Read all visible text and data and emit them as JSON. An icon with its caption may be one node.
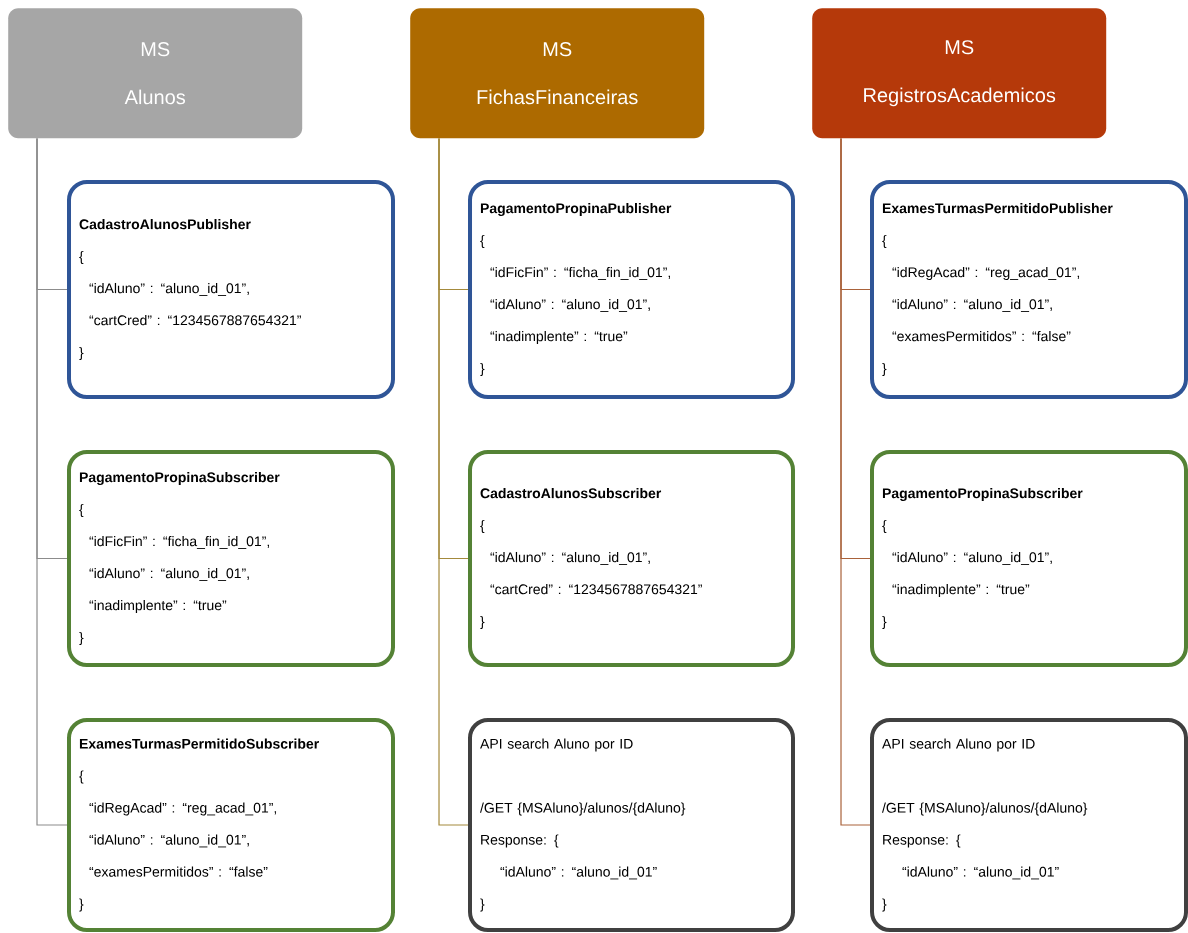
{
  "diagram": {
    "nodes": [
      {
        "text": [
          "MS",
          "Alunos"
        ]
      },
      {
        "text": [
          "CadastroAlunosPublisher",
          "{",
          "“idAluno” : “aluno_id_01”,",
          "“cartCred” : “1234567887654321”",
          "}"
        ]
      },
      {
        "text": [
          "PagamentoPropinaSubscriber",
          "{",
          "“idFicFin” : “ficha_fin_id_01”,",
          "“idAluno” : “aluno_id_01”,",
          "“inadimplente” : “true”",
          "}"
        ]
      },
      {
        "text": [
          "ExamesTurmasPermitidoSubscriber",
          "{",
          "“idRegAcad” : “reg_acad_01”,",
          "“idAluno” : “aluno_id_01”,",
          "“examesPermitidos” : “false”",
          "}"
        ]
      },
      {
        "text": [
          "MS",
          "FichasFinanceiras"
        ]
      },
      {
        "text": [
          "PagamentoPropinaPublisher",
          "{",
          "“idFicFin” : “ficha_fin_id_01”,",
          "“idAluno” : “aluno_id_01”,",
          "“inadimplente” : “true”",
          "}"
        ]
      },
      {
        "text": [
          "CadastroAlunosSubscriber",
          "{",
          "“idAluno” : “aluno_id_01”,",
          "“cartCred” : “1234567887654321”",
          "}"
        ]
      },
      {
        "text": [
          "API search Aluno por ID",
          "/GET {MSAluno}/alunos/{dAluno}",
          "Response: {",
          "“idAluno” : “aluno_id_01”",
          "}"
        ]
      },
      {
        "text": [
          "MS",
          "RegistrosAcademicos"
        ]
      },
      {
        "text": [
          "ExamesTurmasPermitidoPublisher",
          "{",
          "“idRegAcad” : “reg_acad_01”,",
          "“idAluno” : “aluno_id_01”,",
          "“examesPermitidos” : “false”",
          "}"
        ]
      },
      {
        "text": [
          "PagamentoPropinaSubscriber",
          "{",
          "“idAluno” : “aluno_id_01”,",
          "“inadimplente” : “true”",
          "}"
        ]
      },
      {
        "text": [
          "API search Aluno por ID",
          "/GET {MSAluno}/alunos/{dAluno}",
          "Response: {",
          "“idAluno” : “aluno_id_01”",
          "}"
        ]
      }
    ],
    "edges": [
      {
        "from": 0,
        "to": 1,
        "arrow": "none",
        "color": "#8c8c8c"
      },
      {
        "from": 0,
        "to": 2,
        "arrow": "none",
        "color": "#8c8c8c"
      },
      {
        "from": 0,
        "to": 3,
        "arrow": "none",
        "color": "#8c8c8c"
      },
      {
        "from": 4,
        "to": 5,
        "arrow": "none",
        "color": "#a48a3c"
      },
      {
        "from": 4,
        "to": 6,
        "arrow": "none",
        "color": "#a48a3c"
      },
      {
        "from": 4,
        "to": 7,
        "arrow": "none",
        "color": "#a48a3c"
      },
      {
        "from": 8,
        "to": 9,
        "arrow": "none",
        "color": "#a9623a"
      },
      {
        "from": 8,
        "to": 10,
        "arrow": "none",
        "color": "#a9623a"
      },
      {
        "from": 8,
        "to": 11,
        "arrow": "none",
        "color": "#a9623a"
      }
    ]
  }
}
